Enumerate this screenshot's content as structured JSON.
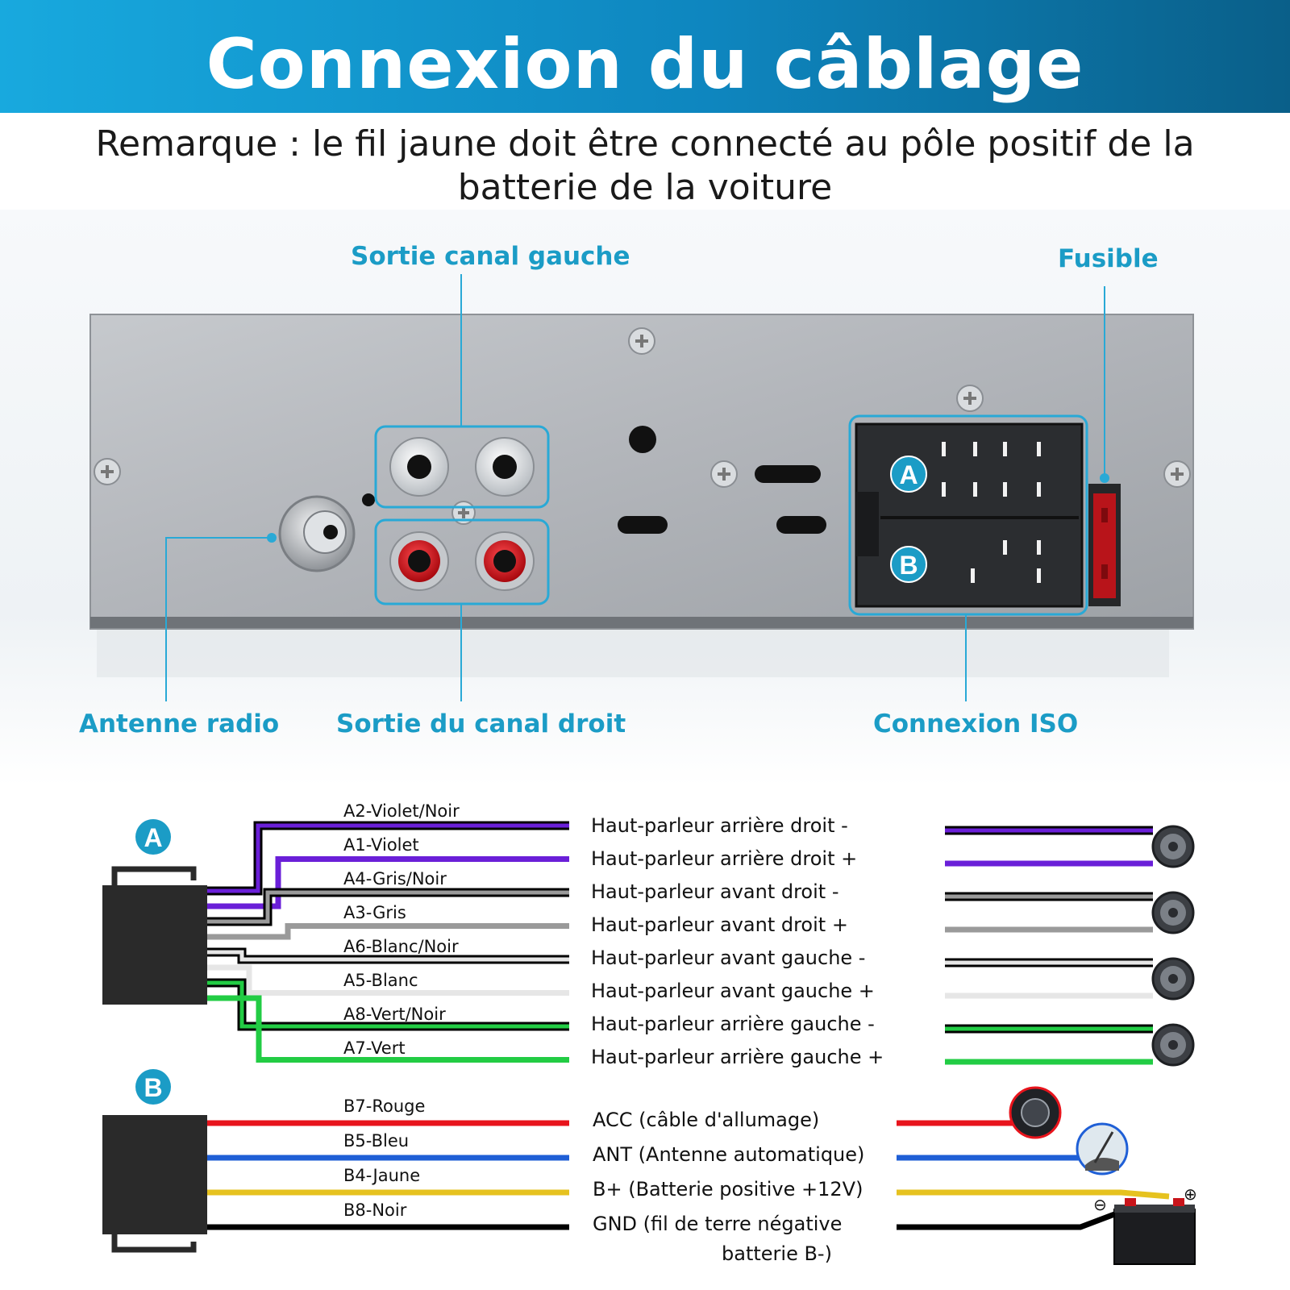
{
  "header": {
    "title": "Connexion du câblage"
  },
  "note": {
    "text": "Remarque : le fil jaune doit être connecté au pôle positif de la batterie de la voiture"
  },
  "callouts": {
    "left_channel": "Sortie canal gauche",
    "fuse": "Fusible",
    "antenna": "Antenne radio",
    "right_channel": "Sortie du canal droit",
    "iso": "Connexion ISO"
  },
  "colors": {
    "accent": "#1b9cc6",
    "banner_start": "#18a9de",
    "banner_end": "#0a5f89",
    "panel": "#b9bcc1",
    "rca_white": "#e9ecef",
    "rca_red": "#e0141c",
    "iso_body": "#2b2d30"
  },
  "connector_a": {
    "badge": "A",
    "wires": [
      {
        "label": "A2-Violet/Noir",
        "function": "Haut-parleur arrière droit -",
        "color": "#6a1fd8",
        "stripe": "#000000"
      },
      {
        "label": "A1-Violet",
        "function": "Haut-parleur arrière droit +",
        "color": "#6a1fd8",
        "stripe": ""
      },
      {
        "label": "A4-Gris/Noir",
        "function": "Haut-parleur avant droit -",
        "color": "#9a9a9a",
        "stripe": "#000000"
      },
      {
        "label": "A3-Gris",
        "function": "Haut-parleur avant droit +",
        "color": "#9a9a9a",
        "stripe": ""
      },
      {
        "label": "A6-Blanc/Noir",
        "function": "Haut-parleur avant gauche -",
        "color": "#e6e6e6",
        "stripe": "#000000"
      },
      {
        "label": "A5-Blanc",
        "function": "Haut-parleur avant gauche +",
        "color": "#e6e6e6",
        "stripe": ""
      },
      {
        "label": "A8-Vert/Noir",
        "function": "Haut-parleur arrière gauche -",
        "color": "#22cc44",
        "stripe": "#000000"
      },
      {
        "label": "A7-Vert",
        "function": "Haut-parleur arrière gauche +",
        "color": "#22cc44",
        "stripe": ""
      }
    ]
  },
  "connector_b": {
    "badge": "B",
    "wires": [
      {
        "label": "B7-Rouge",
        "function": "ACC (câble d'allumage)",
        "color": "#e8141c"
      },
      {
        "label": "B5-Bleu",
        "function": "ANT (Antenne automatique)",
        "color": "#1f5fd6"
      },
      {
        "label": "B4-Jaune",
        "function": "B+ (Batterie positive +12V)",
        "color": "#e6c21f"
      },
      {
        "label": "B8-Noir",
        "function": "GND (fil de terre négative",
        "function_line2": "batterie B-)",
        "color": "#000000"
      }
    ]
  },
  "icons": [
    "speaker-icon",
    "ignition-button-icon",
    "car-antenna-icon",
    "car-battery-icon"
  ],
  "battery": {
    "minus": "⊖",
    "plus": "⊕"
  }
}
